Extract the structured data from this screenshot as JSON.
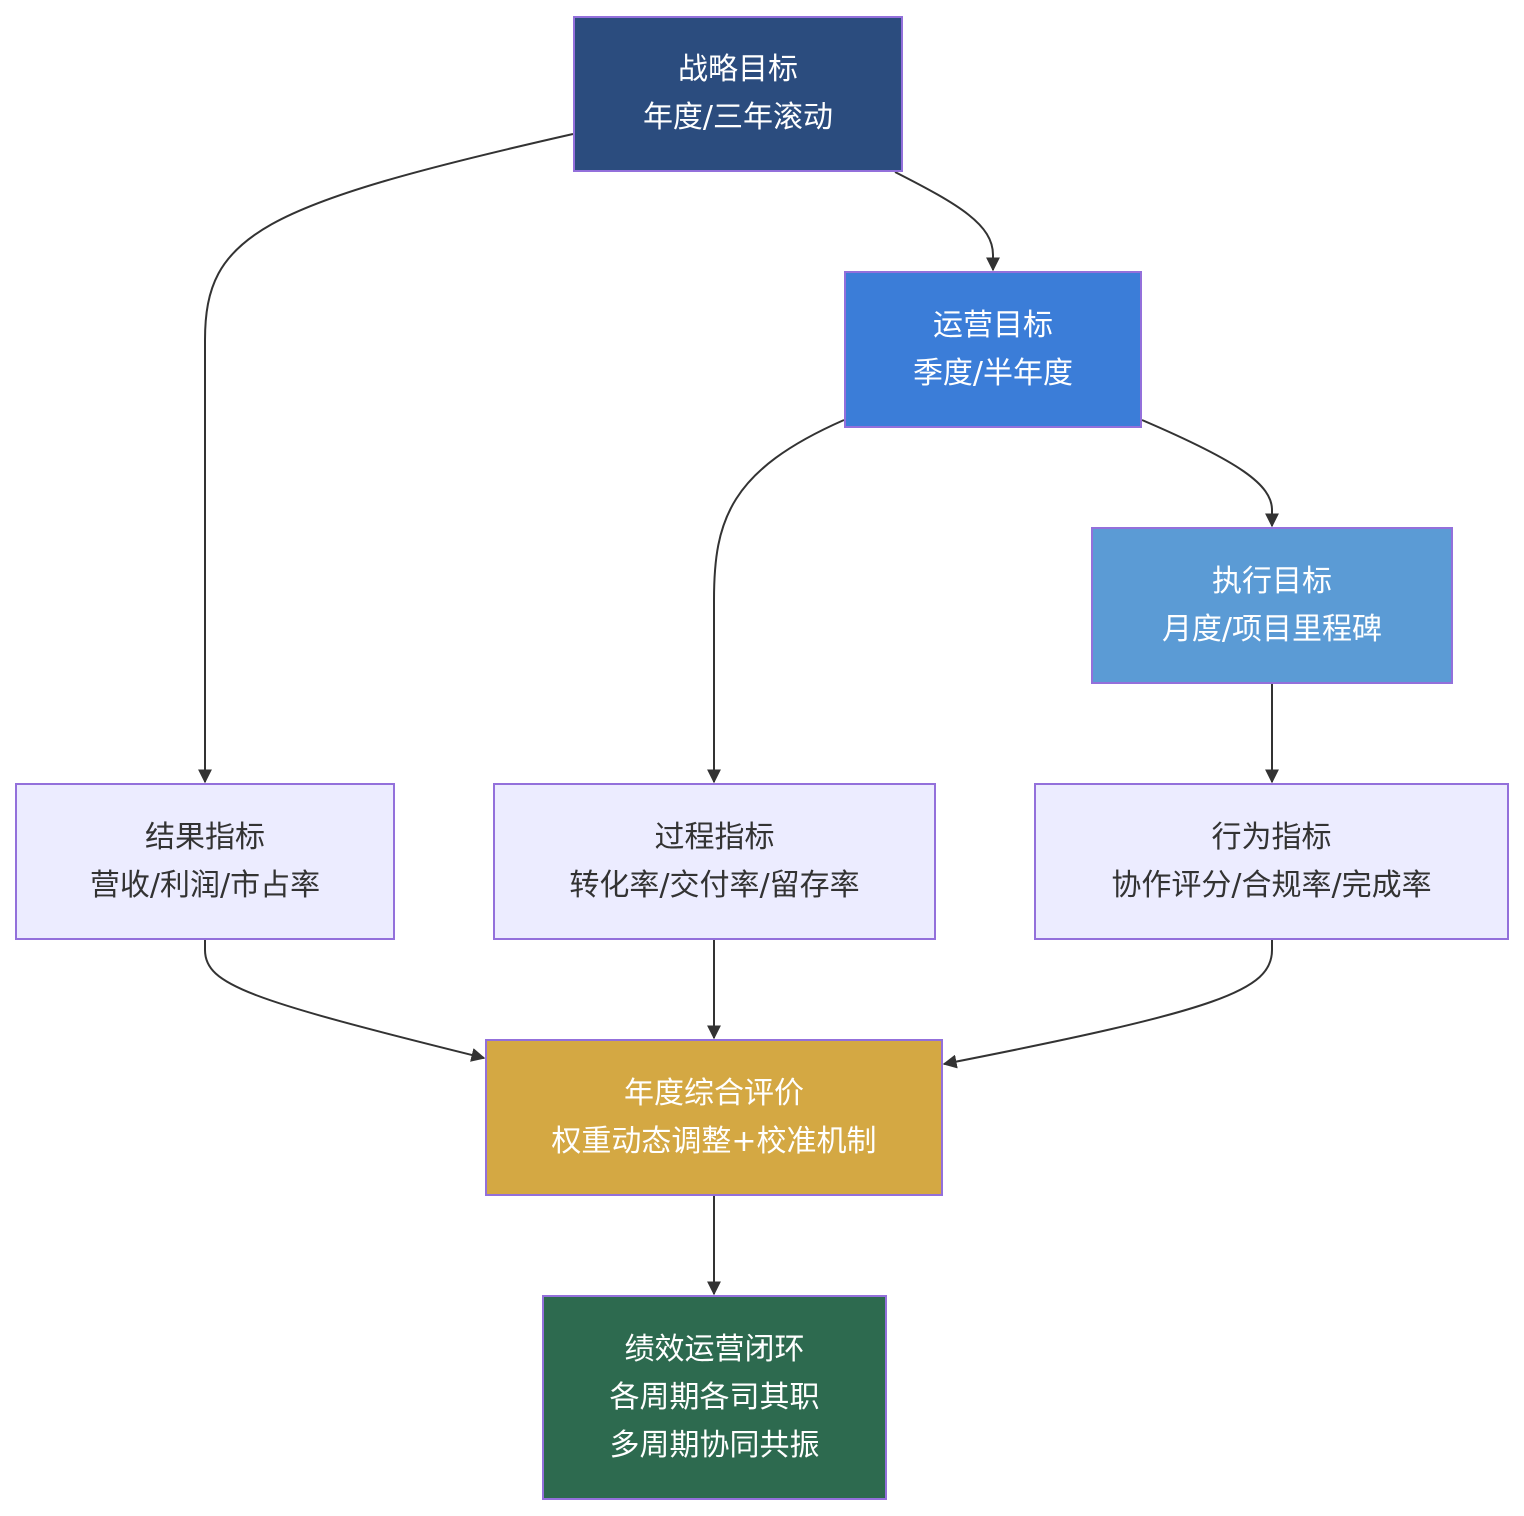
{
  "colors": {
    "strategy": "#2B4C7E",
    "operations": "#3B7DD8",
    "execution": "#5B9BD5",
    "indicator": "#ECECFF",
    "evaluation": "#D4A843",
    "closed_loop": "#2D6A4F",
    "border": "#9370DB",
    "edge": "#333333"
  },
  "nodes": {
    "strategy": {
      "line1": "战略目标",
      "line2": "年度/三年滚动"
    },
    "operations": {
      "line1": "运营目标",
      "line2": "季度/半年度"
    },
    "execution": {
      "line1": "执行目标",
      "line2": "月度/项目里程碑"
    },
    "result": {
      "line1": "结果指标",
      "line2": "营收/利润/市占率"
    },
    "process": {
      "line1": "过程指标",
      "line2": "转化率/交付率/留存率"
    },
    "behavior": {
      "line1": "行为指标",
      "line2": "协作评分/合规率/完成率"
    },
    "annual": {
      "line1": "年度综合评价",
      "line2": "权重动态调整+校准机制"
    },
    "loop": {
      "line1": "绩效运营闭环",
      "line2": "各周期各司其职",
      "line3": "多周期协同共振"
    }
  },
  "edges": [
    {
      "from": "strategy",
      "to": "operations"
    },
    {
      "from": "strategy",
      "to": "result"
    },
    {
      "from": "operations",
      "to": "execution"
    },
    {
      "from": "operations",
      "to": "process"
    },
    {
      "from": "execution",
      "to": "behavior"
    },
    {
      "from": "result",
      "to": "annual"
    },
    {
      "from": "process",
      "to": "annual"
    },
    {
      "from": "behavior",
      "to": "annual"
    },
    {
      "from": "annual",
      "to": "loop"
    }
  ]
}
